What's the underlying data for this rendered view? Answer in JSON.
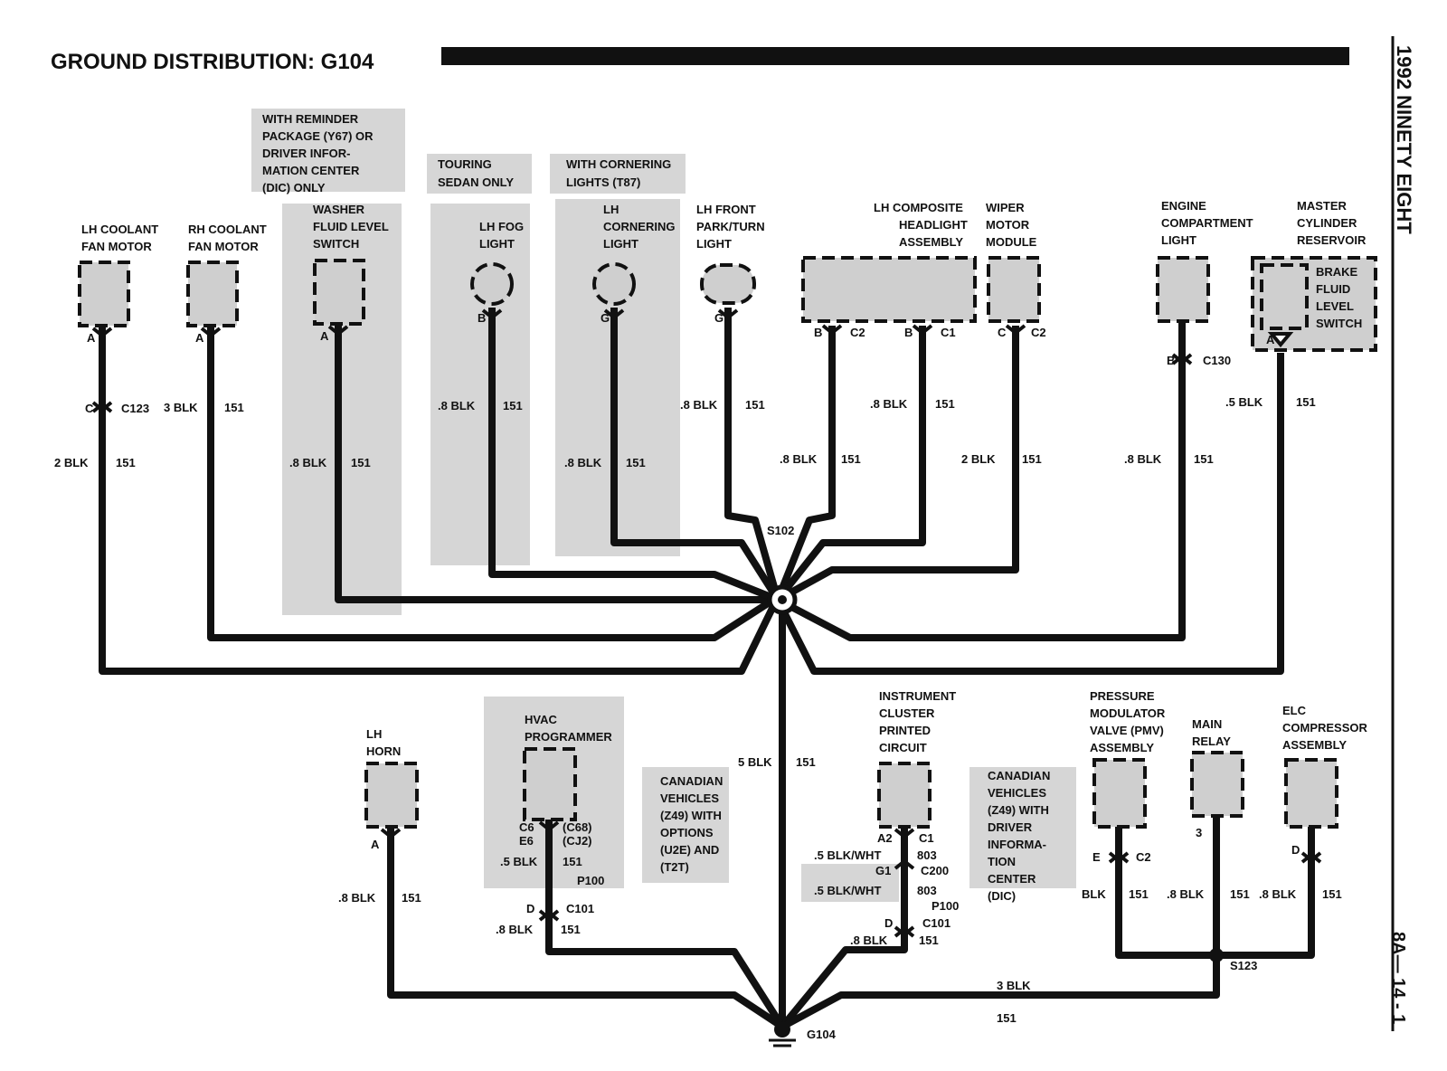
{
  "title": "GROUND DISTRIBUTION: G104",
  "side_title": "1992 NINETY EIGHT",
  "page_number": "8A— 14 - 1",
  "notes": {
    "reminder": [
      "WITH REMINDER",
      "PACKAGE (Y67) OR",
      "DRIVER INFOR-",
      "MATION CENTER",
      "(DIC) ONLY"
    ],
    "touring": [
      "TOURING",
      "SEDAN ONLY"
    ],
    "cornering": [
      "WITH CORNERING",
      "LIGHTS (T87)"
    ],
    "canadian_options": [
      "CANADIAN",
      "VEHICLES",
      "(Z49) WITH",
      "OPTIONS",
      "(U2E) AND",
      "(T2T)"
    ],
    "canadian_dic": [
      "CANADIAN",
      "VEHICLES",
      "(Z49) WITH",
      "DRIVER",
      "INFORMA-",
      "TION",
      "CENTER",
      "(DIC)"
    ]
  },
  "components": {
    "lh_coolant": [
      "LH COOLANT",
      "FAN MOTOR"
    ],
    "rh_coolant": [
      "RH COOLANT",
      "FAN MOTOR"
    ],
    "washer": [
      "WASHER",
      "FLUID LEVEL",
      "SWITCH"
    ],
    "lh_fog": [
      "LH FOG",
      "LIGHT"
    ],
    "lh_cornering": [
      "LH",
      "CORNERING",
      "LIGHT"
    ],
    "lh_front_park": [
      "LH FRONT",
      "PARK/TURN",
      "LIGHT"
    ],
    "lh_composite": [
      "LH COMPOSITE",
      "HEADLIGHT",
      "ASSEMBLY"
    ],
    "wiper": [
      "WIPER",
      "MOTOR",
      "MODULE"
    ],
    "engine_comp": [
      "ENGINE",
      "COMPARTMENT",
      "LIGHT"
    ],
    "master_cyl": [
      "MASTER",
      "CYLINDER",
      "RESERVOIR"
    ],
    "brake_switch": [
      "BRAKE",
      "FLUID",
      "LEVEL",
      "SWITCH"
    ],
    "lh_horn": [
      "LH",
      "HORN"
    ],
    "hvac": [
      "HVAC",
      "PROGRAMMER"
    ],
    "instrument": [
      "INSTRUMENT",
      "CLUSTER",
      "PRINTED",
      "CIRCUIT"
    ],
    "pmv": [
      "PRESSURE",
      "MODULATOR",
      "VALVE (PMV)",
      "ASSEMBLY"
    ],
    "main_relay": [
      "MAIN",
      "RELAY"
    ],
    "elc": [
      "ELC",
      "COMPRESSOR",
      "ASSEMBLY"
    ]
  },
  "labels": {
    "pin_a": "A",
    "pin_b": "B",
    "pin_c": "C",
    "pin_d": "D",
    "pin_e": "E",
    "pin_g": "G",
    "pin_a2": "A2",
    "pin_g1": "G1",
    "pin_3": "3",
    "pin_c6": "C6",
    "pin_e6": "E6",
    "c123": "C123",
    "c2": "C2",
    "c1": "C1",
    "c130": "C130",
    "c101": "C101",
    "c200": "C200",
    "c68": "(C68)",
    "cj2": "(CJ2)",
    "p100": "P100",
    "s102": "S102",
    "s123": "S123",
    "g104": "G104",
    "w_3blk": "3 BLK",
    "w_2blk": "2 BLK",
    "w_08blk": ".8 BLK",
    "w_05blk": ".5 BLK",
    "w_5blk": "5 BLK",
    "w_blk": "BLK",
    "w_05blkwht": ".5 BLK/WHT",
    "c151": "151",
    "c803": "803"
  }
}
